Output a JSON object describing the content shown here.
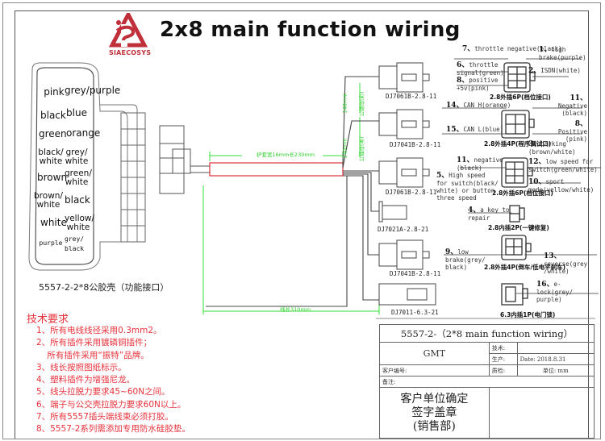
{
  "header": {
    "brand": "SIAECOSYS",
    "title": "2x8 main function wiring",
    "brand_color": "#c0303a"
  },
  "main_connector": {
    "caption": "5557-2-2*8公胶壳（功能接口）",
    "pins": [
      [
        "pink",
        "grey/purple"
      ],
      [
        "black",
        "blue"
      ],
      [
        "green",
        "orange"
      ],
      [
        "black/ white",
        "grey/ white"
      ],
      [
        "brown",
        "green/ white"
      ],
      [
        "brown/ white",
        "black"
      ],
      [
        "white",
        "yellow/ white"
      ],
      [
        "purple",
        "grey/ black"
      ]
    ]
  },
  "dimensions": {
    "sleeve": "护套宽16mm长230mm",
    "length_top": "140mm",
    "label_top": "公端母(彩)",
    "length_mid": "140mm",
    "label_mid": "公插母(黑)",
    "total_length": "线长310mm"
  },
  "terminals": [
    "DJ7061B-2.8-11",
    "DJ7041B-2.8-11",
    "DJ7061B-2.8-11",
    "DJ7021A-2.8-21",
    "DJ7041B-2.8-11",
    "DJ7011-6.3-21"
  ],
  "connectors": {
    "gear6p": {
      "caption": "2.8外插6P(档位接口)",
      "pins": [
        {
          "num": "7、",
          "label": "throttle negative(black)"
        },
        {
          "num": "6、",
          "label": "throttle signal(green)"
        },
        {
          "num": "8、",
          "label": "positive +5v(pink)"
        },
        {
          "num": "1、",
          "label": "high brake(purple)"
        },
        {
          "num": "2、",
          "label": "ISDN(white)"
        }
      ]
    },
    "program4p": {
      "caption": "2.8外插4P(程序调试口)",
      "pins": [
        {
          "num": "14、",
          "label": "CAN H(orange)"
        },
        {
          "num": "15、",
          "label": "CAN L(blue)"
        },
        {
          "num": "11、",
          "label": "Negative (black)"
        },
        {
          "num": "8、",
          "label": "Positive (pink)"
        }
      ]
    },
    "speed6p": {
      "caption": "2.8外插6P(档位接口)",
      "pins": [
        {
          "num": "3、",
          "label": "parking (brown/white)"
        },
        {
          "num": "11、",
          "label": "negative (black)"
        },
        {
          "num": "5、",
          "label": "High speed for switch(black/ white) or button three speed"
        },
        {
          "num": "12、",
          "label": "low speed for switch(green/white)"
        },
        {
          "num": "10、",
          "label": "sport mode(yellow/white)"
        }
      ]
    },
    "repair2p": {
      "caption": "2.8内插2P(一键修复)",
      "pins": [
        {
          "num": "4、",
          "label": "a key to repair"
        }
      ]
    },
    "brake4p": {
      "caption": "2.8外插4P(倒车/低电平刹车)",
      "pins": [
        {
          "num": "9、",
          "label": "low brake(grey/ black)"
        },
        {
          "num": "13、",
          "label": "reverse(grey /white)"
        }
      ]
    },
    "elock1p": {
      "caption": "6.3内插1P(电门锁)",
      "pins": [
        {
          "num": "16、",
          "label": "e-lock(grey/ purple)"
        }
      ]
    }
  },
  "requirements": {
    "title": "技术要求",
    "items": [
      "1、所有电线线径采用0.3mm2。",
      "2、所有插件采用镀磷铜插件；",
      "    所有插件采用“振特”品牌。",
      "3、线长按照图纸标示。",
      "4、塑料插件为增强尼龙。",
      "5、线头拉脱力要求45~60N之间。",
      "6、端子与公交壳拉脱力要求60N以上。",
      "7、所有5557插头端线束必须打胶。",
      "8、5557-2系列需添加专用防水硅胶垫。"
    ]
  },
  "title_block": {
    "drawing_title": "5557-2-（2*8 main function wiring）",
    "company": "GMT",
    "tech": "技术:",
    "production": "生产:",
    "date": "Date: 2018.8.31",
    "customer_no": "客户编号:",
    "qc": "质检:",
    "unit": "单位: mm",
    "remarks": "备注:",
    "stamp": [
      "客户单位确定",
      "签字盖章",
      "(销售部)"
    ]
  }
}
